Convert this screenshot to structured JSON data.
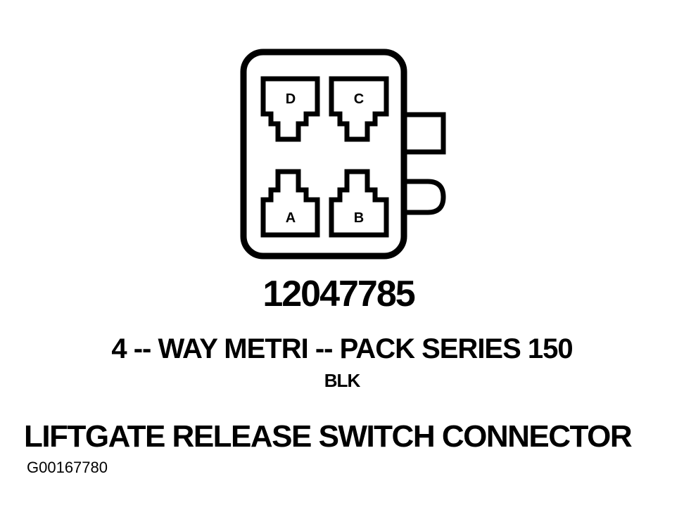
{
  "diagram": {
    "pins": [
      {
        "id": "D",
        "label": "D"
      },
      {
        "id": "C",
        "label": "C"
      },
      {
        "id": "A",
        "label": "A"
      },
      {
        "id": "B",
        "label": "B"
      }
    ],
    "part_number": "12047785",
    "connector_description": "4 -- WAY METRI -- PACK SERIES 150",
    "color_code": "BLK",
    "connector_name": "LIFTGATE RELEASE SWITCH CONNECTOR",
    "figure_id": "G00167780"
  },
  "colors": {
    "line": "#000000",
    "background": "#ffffff"
  }
}
